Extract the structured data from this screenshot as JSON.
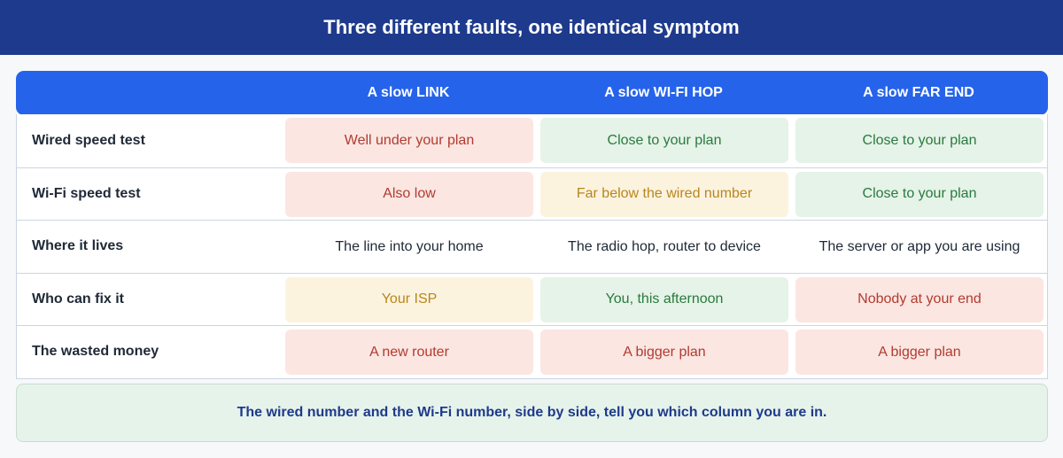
{
  "title": "Three different faults, one identical symptom",
  "columns": [
    "A slow LINK",
    "A slow WI-FI HOP",
    "A slow FAR END"
  ],
  "rows": [
    {
      "label": "Wired speed test",
      "cells": [
        {
          "text": "Well under your plan",
          "tone": "red"
        },
        {
          "text": "Close to your plan",
          "tone": "green"
        },
        {
          "text": "Close to your plan",
          "tone": "green"
        }
      ]
    },
    {
      "label": "Wi-Fi speed test",
      "cells": [
        {
          "text": "Also low",
          "tone": "red"
        },
        {
          "text": "Far below the wired number",
          "tone": "amber"
        },
        {
          "text": "Close to your plan",
          "tone": "green"
        }
      ]
    },
    {
      "label": "Where it lives",
      "cells": [
        {
          "text": "The line into your home",
          "tone": "plain"
        },
        {
          "text": "The radio hop, router to device",
          "tone": "plain"
        },
        {
          "text": "The server or app you are using",
          "tone": "plain"
        }
      ]
    },
    {
      "label": "Who can fix it",
      "cells": [
        {
          "text": "Your ISP",
          "tone": "amber"
        },
        {
          "text": "You, this afternoon",
          "tone": "green"
        },
        {
          "text": "Nobody at your end",
          "tone": "red"
        }
      ]
    },
    {
      "label": "The wasted money",
      "cells": [
        {
          "text": "A new router",
          "tone": "red"
        },
        {
          "text": "A bigger plan",
          "tone": "red"
        },
        {
          "text": "A bigger plan",
          "tone": "red"
        }
      ]
    }
  ],
  "footer": "The wired number and the Wi-Fi number, side by side, tell you which column you are in.",
  "colors": {
    "banner": "#1e3a8c",
    "header": "#2563eb",
    "red": "#fbe6e2",
    "green": "#e5f3e8",
    "amber": "#fcf3df"
  }
}
